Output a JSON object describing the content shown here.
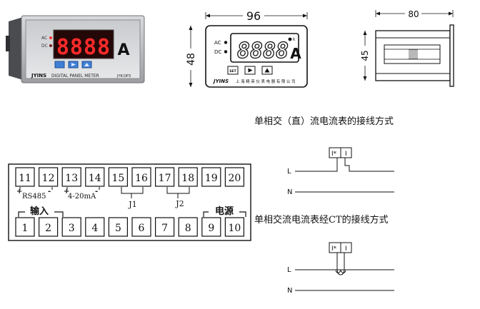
{
  "meter_photo": {
    "ac_label": "AC",
    "dc_label": "DC",
    "digits": "8888",
    "unit": "A",
    "brand": "JYINS",
    "panel_label": "DIGITAL PANEL METER",
    "model": "JYK-DP3"
  },
  "front_view": {
    "width_dim": "96",
    "height_dim": "48",
    "ac_label": "AC",
    "dc_label": "DC",
    "digits": "8888",
    "unit": "A",
    "k_mark": "k",
    "set_label": "SET",
    "brand": "JYINS",
    "company": "上 海 精 英 仪 表 电 器 有 限 公 司"
  },
  "side_view": {
    "depth_dim": "80",
    "height_dim": "45"
  },
  "terminals": {
    "top": [
      "11",
      "12",
      "13",
      "14",
      "15",
      "16",
      "17",
      "18",
      "19",
      "20"
    ],
    "bottom": [
      "1",
      "2",
      "3",
      "4",
      "5",
      "6",
      "7",
      "8",
      "9",
      "10"
    ],
    "rs485_label": "RS485",
    "analog_label": "4-20mA",
    "plus": "+",
    "minus": "-",
    "j1_label": "J1",
    "j2_label": "J2",
    "input_label": "输入",
    "power_label": "电源"
  },
  "wiring_direct": {
    "title": "单相交（直）流电流表的接线方式",
    "l_label": "L",
    "n_label": "N",
    "term_a": "I*",
    "term_b": "I"
  },
  "wiring_ct": {
    "title": "单相交流电流表经CT的接线方式",
    "l_label": "L",
    "n_label": "N",
    "term_a": "I*",
    "term_b": "I"
  }
}
